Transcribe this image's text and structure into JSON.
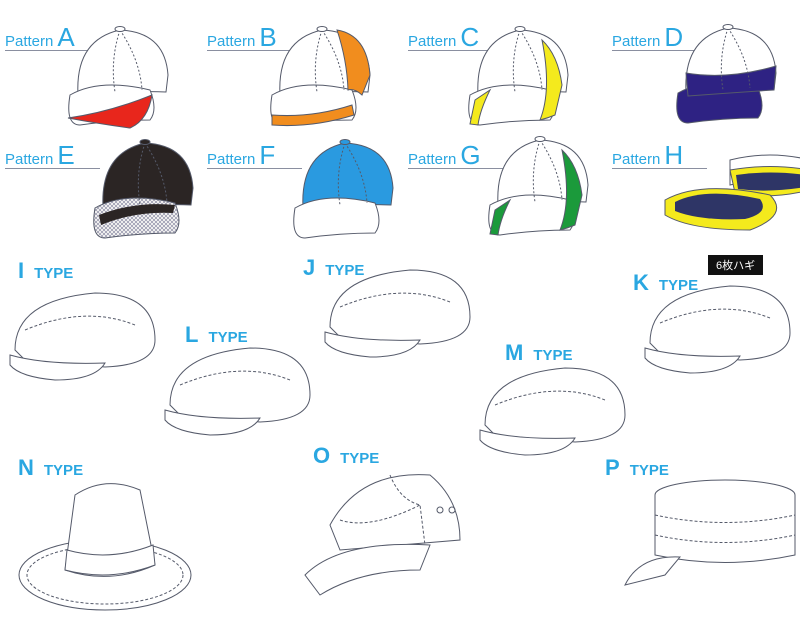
{
  "patterns": [
    {
      "word": "Pattern",
      "letter": "A",
      "crown": "#ffffff",
      "brim": "#ffffff",
      "accent": "#e8261c",
      "style": "brim-under"
    },
    {
      "word": "Pattern",
      "letter": "B",
      "crown": "#ffffff",
      "brim": "#ffffff",
      "accent": "#f18d1e",
      "style": "side-brimedge"
    },
    {
      "word": "Pattern",
      "letter": "C",
      "crown": "#ffffff",
      "brim": "#ffffff",
      "accent": "#f4ea1d",
      "style": "side-stripe"
    },
    {
      "word": "Pattern",
      "letter": "D",
      "crown": "#ffffff",
      "brim": "#2e2283",
      "accent": "#2e2283",
      "style": "lower-band"
    },
    {
      "word": "Pattern",
      "letter": "E",
      "crown": "#2b2524",
      "brim": "#2b2524",
      "accent": "#d0d0d8",
      "style": "checker-brim"
    },
    {
      "word": "Pattern",
      "letter": "F",
      "crown": "#2a9ae0",
      "brim": "#ffffff",
      "accent": "#2a9ae0",
      "style": "crown"
    },
    {
      "word": "Pattern",
      "letter": "G",
      "crown": "#ffffff",
      "brim": "#ffffff",
      "accent": "#1b9a3b",
      "style": "side-stripe"
    },
    {
      "word": "Pattern",
      "letter": "H",
      "crown": "#2e3566",
      "brim": "#2e3566",
      "accent": "#f4ea1d",
      "style": "visor"
    }
  ],
  "types": [
    {
      "letter": "I",
      "word": "TYPE"
    },
    {
      "letter": "J",
      "word": "TYPE"
    },
    {
      "letter": "K",
      "word": "TYPE",
      "badge": "6枚ハギ"
    },
    {
      "letter": "L",
      "word": "TYPE"
    },
    {
      "letter": "M",
      "word": "TYPE"
    },
    {
      "letter": "N",
      "word": "TYPE"
    },
    {
      "letter": "O",
      "word": "TYPE"
    },
    {
      "letter": "P",
      "word": "TYPE"
    }
  ]
}
